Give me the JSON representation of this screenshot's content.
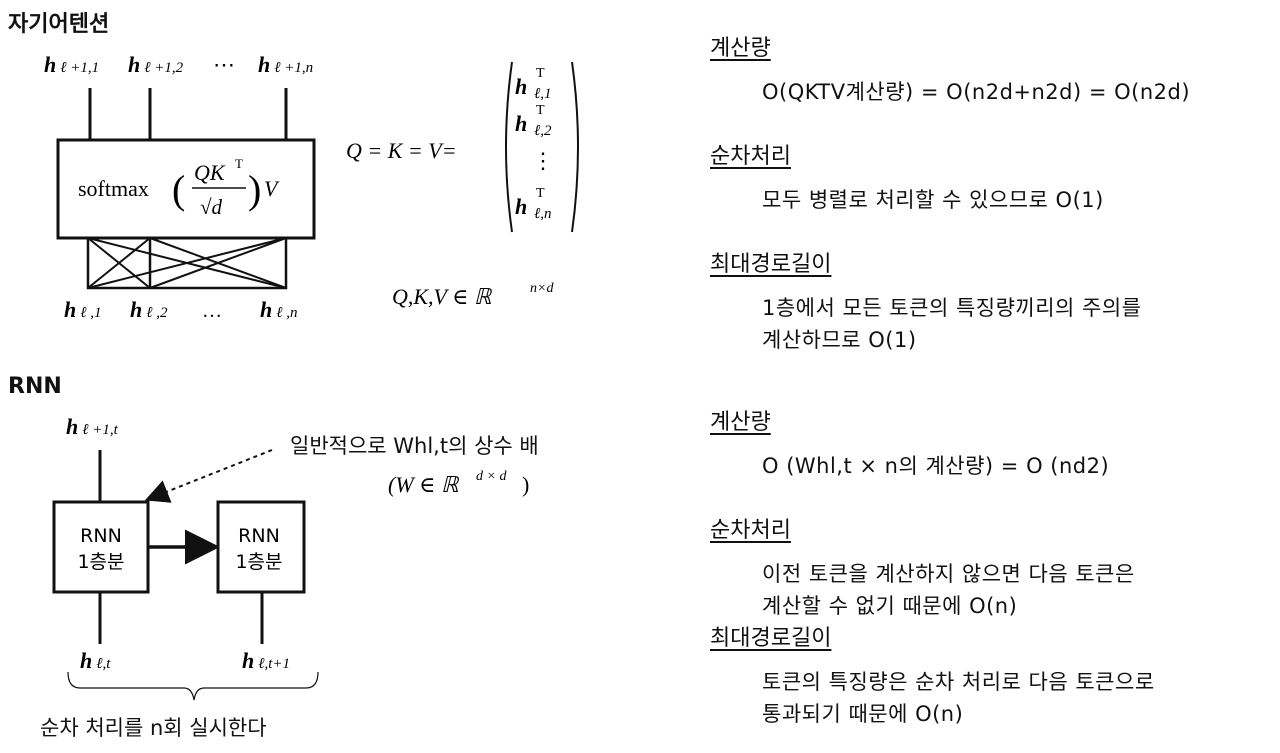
{
  "sections": {
    "self_attention_title": "자기어텐션",
    "rnn_title": "RNN"
  },
  "attention_diagram": {
    "top_outputs": [
      {
        "base": "h",
        "sub": "ℓ +1,1"
      },
      {
        "base": "h",
        "sub": "ℓ +1,2"
      },
      {
        "base": "h",
        "sub": "ℓ +1,n"
      }
    ],
    "top_ellipsis": "⋯",
    "box_formula": {
      "fn": "softmax",
      "numerator": "QK",
      "transpose": "T",
      "denominator": "√d",
      "tail": "V"
    },
    "bottom_inputs": [
      {
        "base": "h",
        "sub": "ℓ ,1"
      },
      {
        "base": "h",
        "sub": "ℓ ,2"
      },
      {
        "base": "h",
        "sub": "ℓ ,n"
      }
    ],
    "bottom_ellipsis": "…",
    "qkv_equation": "Q = K = V=",
    "matrix_rows": [
      {
        "base": "h",
        "sup": "T",
        "sub": "ℓ,1"
      },
      {
        "base": "h",
        "sup": "T",
        "sub": "ℓ,2"
      },
      {
        "base": "⋮",
        "sup": "",
        "sub": ""
      },
      {
        "base": "h",
        "sup": "T",
        "sub": "ℓ,n"
      }
    ],
    "membership": {
      "lhs": "Q,K,V ∈ ℝ",
      "sup": "n×d"
    }
  },
  "rnn_diagram": {
    "top_output": {
      "base": "h",
      "sub": "ℓ +1,t"
    },
    "cell1_label": [
      "RNN",
      "1층분"
    ],
    "cell2_label": [
      "RNN",
      "1층분"
    ],
    "annotation_main": "일반적으로 Whl,t의 상수 배",
    "annotation_math": {
      "lhs": "(W ∈ ℝ",
      "sup": "d × d",
      "rhs": ")"
    },
    "bottom_inputs": [
      {
        "base": "h",
        "sub": "ℓ,t"
      },
      {
        "base": "h",
        "sub": "ℓ,t+1"
      }
    ],
    "brace_caption": "순차 처리를 n회 실시한다"
  },
  "right_panel": {
    "attention": [
      {
        "heading": "계산량",
        "lines": [
          "O(QKTV계산량) = O(n2d+n2d) = O(n2d)"
        ]
      },
      {
        "heading": "순차처리",
        "lines": [
          "모두 병렬로 처리할 수 있으므로 O(1)"
        ]
      },
      {
        "heading": "최대경로길이",
        "lines": [
          "1층에서 모든 토큰의 특징량끼리의 주의를",
          "계산하므로 O(1)"
        ]
      }
    ],
    "rnn": [
      {
        "heading": "계산량",
        "lines": [
          "O (Whl,t × n의 계산량) = O (nd2)"
        ]
      },
      {
        "heading": "순차처리",
        "lines": [
          "이전 토큰을 계산하지 않으면 다음 토큰은",
          "계산할 수 없기 때문에 O(n)"
        ]
      },
      {
        "heading": "최대경로길이",
        "lines": [
          "토큰의 특징량은 순차 처리로 다음 토큰으로",
          "통과되기 때문에 O(n)"
        ]
      }
    ]
  }
}
